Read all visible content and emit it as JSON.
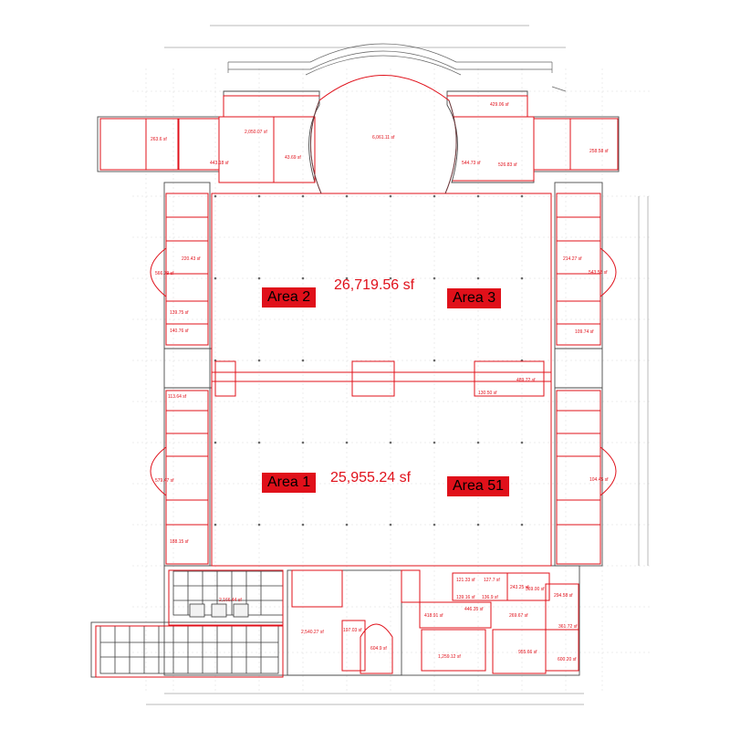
{
  "colors": {
    "accent": "#e0101a",
    "linework": "#8a8a8a",
    "badge_text": "#000000"
  },
  "areas": [
    {
      "name": "Area 2"
    },
    {
      "name": "Area 3"
    },
    {
      "name": "Area 1"
    },
    {
      "name": "Area 51"
    }
  ],
  "totals": {
    "upper": "26,719.56 sf",
    "lower": "25,955.24 sf"
  },
  "room_labels": [
    "2,050.07 sf",
    "6,061.11 sf",
    "429.06 sf",
    "443.18 sf",
    "544.73 sf",
    "526.83 sf",
    "258.58 sf",
    "263.6 sf",
    "43.69 sf",
    "566.79 sf",
    "543.58 sf",
    "220.43 sf",
    "214.27 sf",
    "579.47 sf",
    "104.45 sf",
    "2,166.44 sf",
    "2,540.27 sf",
    "604.9 sf",
    "446.35 sf",
    "418.91 sf",
    "1,259.12 sf",
    "955.66 sf",
    "600.20 sf",
    "294.58 sf",
    "361.72 sf",
    "269.67 sf",
    "243.25 sf",
    "127.7 sf",
    "121.33 sf",
    "139.16 sf",
    "136.9 sf",
    "197.03 sf",
    "369.00 sf",
    "139.75 sf",
    "140.76 sf",
    "188.15 sf",
    "109.74 sf",
    "130.50 sf",
    "489.72 sf",
    "113.64 sf"
  ]
}
